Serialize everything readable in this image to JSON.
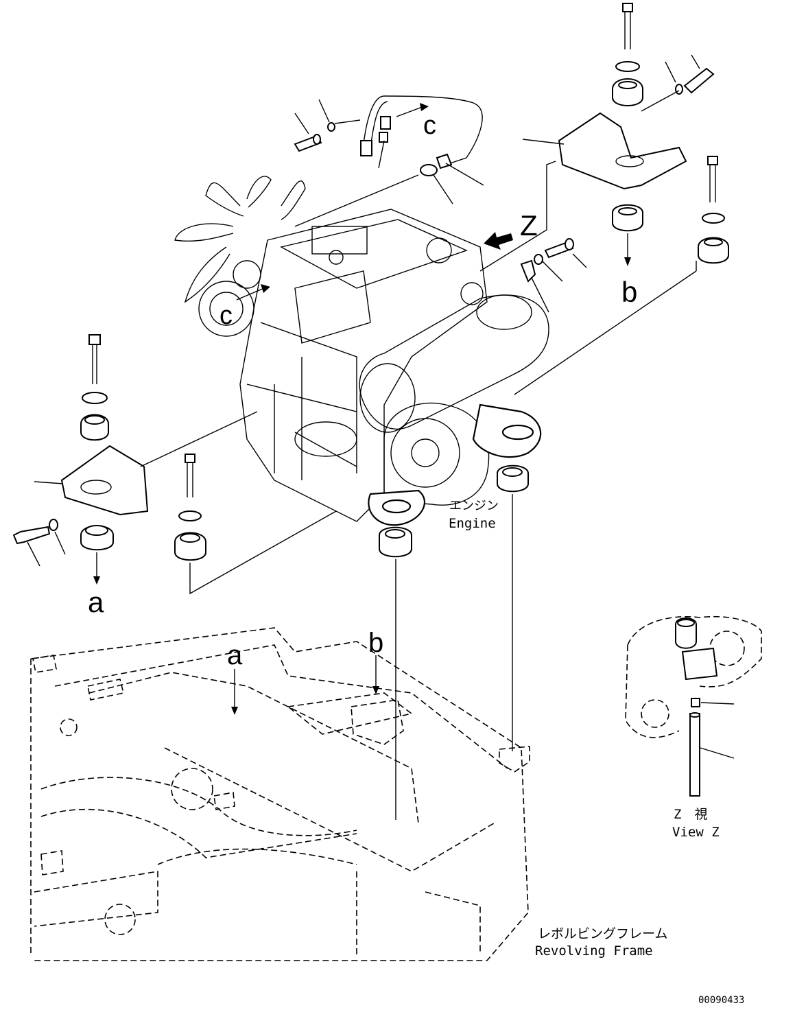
{
  "labels": {
    "engine_jp": "エンジン",
    "engine_en": "Engine",
    "frame_jp": "レボルビングフレーム",
    "frame_en": "Revolving Frame",
    "viewz_jp": "Z　視",
    "viewz_en": "View Z",
    "ref_c_top": "c",
    "ref_c_engine": "c",
    "ref_z": "Z",
    "ref_b_mount": "b",
    "ref_a_mount": "a",
    "ref_b_frame": "b",
    "ref_a_frame": "a",
    "drawing_number": "00090433"
  }
}
